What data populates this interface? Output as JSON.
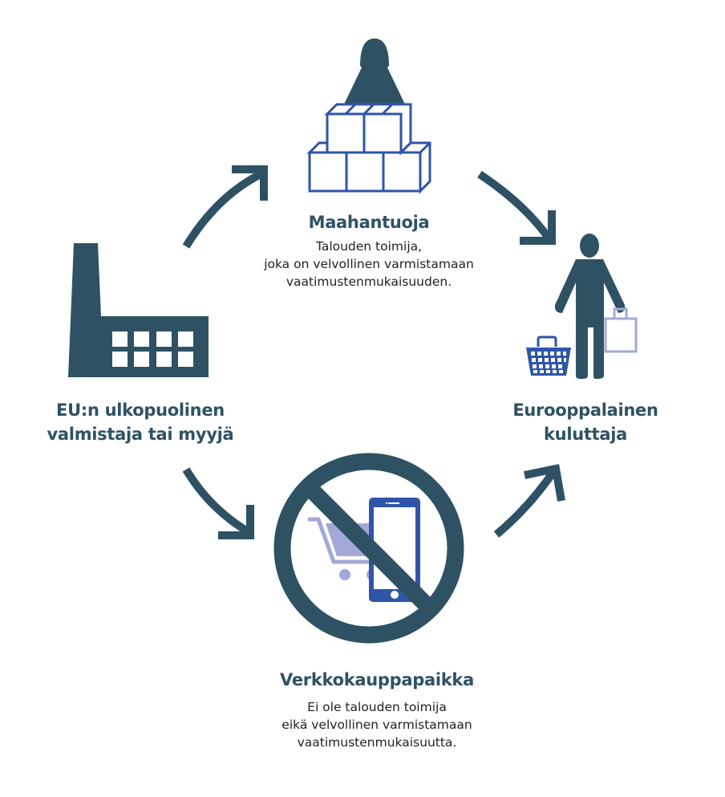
{
  "colors": {
    "primary_dark": "#2e5263",
    "accent_blue": "#2f55a8",
    "accent_light": "#a3a9d6",
    "text": "#222222",
    "background": "#ffffff"
  },
  "nodes": {
    "importer": {
      "icon": "importer-with-boxes-icon",
      "title": "Maahantuoja",
      "desc_lines": [
        "Talouden toimija,",
        "joka on velvollinen varmistamaan",
        "vaatimustenmukaisuuden."
      ]
    },
    "manufacturer": {
      "icon": "factory-icon",
      "title_lines": [
        "EU:n ulkopuolinen",
        "valmistaja tai myyjä"
      ]
    },
    "consumer": {
      "icon": "shopper-with-basket-icon",
      "title_lines": [
        "Eurooppalainen",
        "kuluttaja"
      ]
    },
    "marketplace": {
      "icon": "no-online-shopping-icon",
      "title": "Verkkokauppapaikka",
      "desc_lines": [
        "Ei ole talouden toimija",
        "eikä velvollinen varmistamaan",
        "vaatimustenmukaisuutta."
      ]
    }
  },
  "flows": [
    {
      "from": "manufacturer",
      "to": "importer"
    },
    {
      "from": "importer",
      "to": "consumer"
    },
    {
      "from": "manufacturer",
      "to": "marketplace"
    },
    {
      "from": "marketplace",
      "to": "consumer"
    }
  ]
}
